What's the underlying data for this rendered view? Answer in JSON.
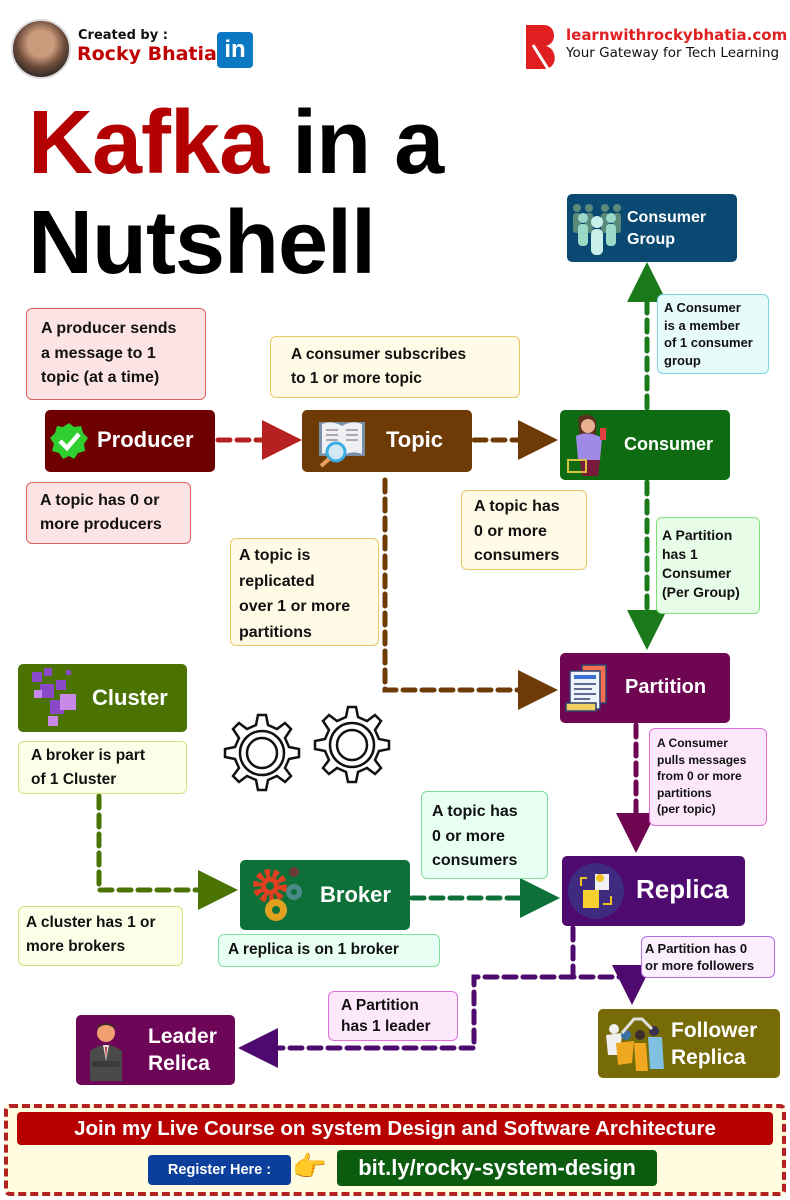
{
  "header": {
    "created_by": "Created by :",
    "author": "Rocky Bhatia",
    "linkedin": "in",
    "site_url": "learnwithrockybhatia.com",
    "site_tagline": "Your Gateway for Tech Learning"
  },
  "title": {
    "highlight": "Kafka",
    "rest_line1": "in a",
    "line2": "Nutshell"
  },
  "nodes": {
    "producer": {
      "label": "Producer",
      "icon": "check-badge-icon",
      "color": "#6e0000"
    },
    "topic": {
      "label": "Topic",
      "icon": "book-magnifier-icon",
      "color": "#6e3a06"
    },
    "consumer": {
      "label": "Consumer",
      "icon": "shopper-icon",
      "color": "#0f6b12"
    },
    "consumer_group": {
      "label_line1": "Consumer",
      "label_line2": "Group",
      "icon": "people-group-icon",
      "color": "#0a4a72"
    },
    "partition": {
      "label": "Partition",
      "icon": "documents-icon",
      "color": "#6e0652"
    },
    "cluster": {
      "label": "Cluster",
      "icon": "cubes-icon",
      "color": "#4b7304"
    },
    "broker": {
      "label": "Broker",
      "icon": "gears-icon",
      "color": "#0c7038"
    },
    "replica": {
      "label": "Replica",
      "icon": "document-sync-icon",
      "color": "#4e0a6e"
    },
    "leader_replica": {
      "label_line1": "Leader",
      "label_line2": "Relica",
      "icon": "businessman-icon",
      "color": "#6e0658"
    },
    "follower_replica": {
      "label_line1": "Follower",
      "label_line2": "Replica",
      "icon": "team-high-five-icon",
      "color": "#766b06"
    }
  },
  "notes": {
    "producer_sends": "A producer sends\na message to 1\ntopic (at a time)",
    "topic_producers": "A topic has 0 or\nmore producers",
    "consumer_subscribes": "A consumer subscribes\nto 1 or more topic",
    "consumer_member": "A Consumer\nis a member\nof 1 consumer\ngroup",
    "topic_consumers_1": "A topic has\n0 or more\nconsumers",
    "partition_consumer": "A Partition\nhas 1\nConsumer\n(Per Group)",
    "topic_replicated": "A topic is\nreplicated\nover 1 or more\npartitions",
    "consumer_pulls": "A Consumer\npulls messages\nfrom 0 or more\npartitions\n(per topic)",
    "broker_cluster": "A broker is part\nof 1 Cluster",
    "topic_consumers_2": "A topic has\n0 or more\nconsumers",
    "cluster_brokers": "A cluster has 1 or\nmore brokers",
    "replica_broker": "A replica is on 1 broker",
    "partition_followers": "A Partition has 0\nor more followers",
    "partition_leader": "A Partition\nhas 1 leader"
  },
  "decor": {
    "icon": "gears-outline-icon"
  },
  "footer": {
    "cta": "Join my Live Course on system Design and Software Architecture",
    "register_label": "Register Here :",
    "hand_icon": "👉",
    "link": "bit.ly/rocky-system-design"
  }
}
